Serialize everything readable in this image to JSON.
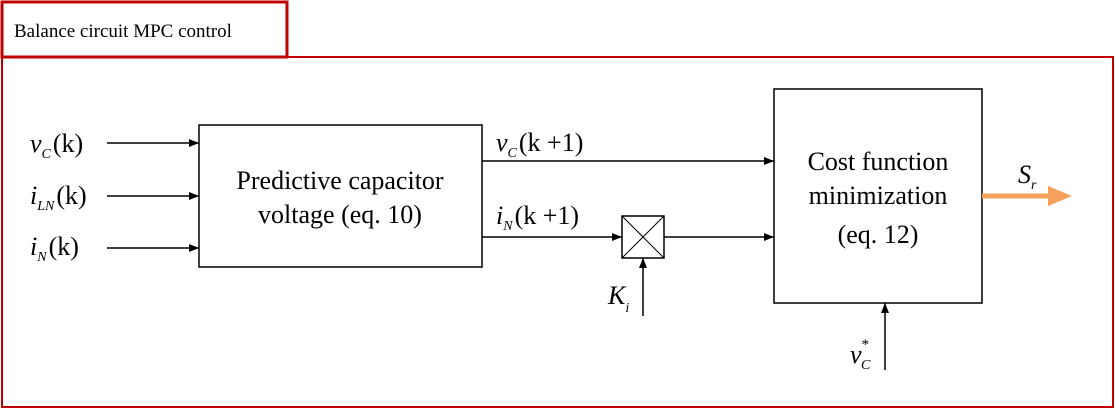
{
  "frame": {
    "title": "Balance circuit MPC control",
    "border_color": "#c00000"
  },
  "inputs": [
    {
      "symbol": "v",
      "sub": "C",
      "arg": "(k)"
    },
    {
      "symbol": "i",
      "sub": "LN",
      "arg": "(k)"
    },
    {
      "symbol": "i",
      "sub": "N",
      "arg": "(k)"
    }
  ],
  "predictor_block": {
    "line1": "Predictive capacitor",
    "line2": "voltage (eq. 10)"
  },
  "signals": {
    "vc_next": {
      "symbol": "v",
      "sub": "C",
      "arg": "(k +1)"
    },
    "in_next": {
      "symbol": "i",
      "sub": "N",
      "arg": "(k +1)"
    },
    "gain": {
      "symbol": "K",
      "sub": "i"
    },
    "reference": {
      "symbol": "v",
      "sub": "C",
      "sup": "*"
    },
    "output": {
      "symbol": "S",
      "sub": "r"
    }
  },
  "cost_block": {
    "line1": "Cost function",
    "line2": "minimization",
    "line3": "(eq. 12)"
  },
  "colors": {
    "output_arrow": "#f4a25b",
    "frame": "#c00000"
  }
}
